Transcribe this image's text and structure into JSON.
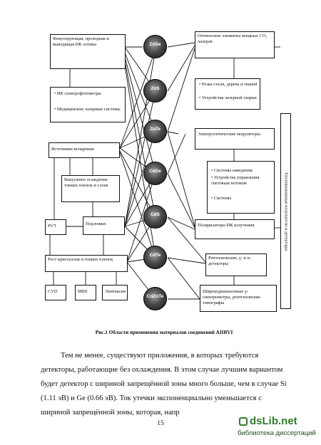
{
  "diagram": {
    "left_boxes": [
      "Фокусирующая, проходная и выводящая ИК оптика",
      "Источники испарения",
      "Вакуумное осаждение тонких пленок и слоев",
      "PVT",
      "Подложки",
      "Рост кристаллов и тонких пленок",
      "CVD",
      "MBE",
      "Эпитаксия"
    ],
    "left_bullets": [
      "ИК спектрофотометры",
      "Медицинские лазерные системы"
    ],
    "materials": [
      "ZnSe",
      "ZnS",
      "ZnTe",
      "CdSe",
      "CdS",
      "CdTe",
      "CdZnTe"
    ],
    "right_boxes": [
      "Оптические элементы мощных CO₂ лазеров",
      "Электрооптические модуляторы",
      "Поляризаторы ИК излучения",
      "Рентгеновские, γ- и α- детекторы",
      "Широкодиапазонные γ-спектрометры, рентгеновские томографы"
    ],
    "right_bullets_1": [
      "Резка стали, дерева и тканей",
      "Устройства лазерной сварки"
    ],
    "right_bullets_2": [
      "Системы наведения",
      "Устройства управления световым потоком",
      "Системы"
    ],
    "vertical_label": "Тепловизионные излучатели и детекторы"
  },
  "caption": "Рис.1 Области применения материалов соединений AIIBVI",
  "paragraph": [
    "Тем не менее, существуют приложения, в которых требуются",
    "детекторы, работающие без охлаждения. В этом случае лучшим вариантом",
    "будет детектор с шириной запрещённой зоны много больше, чем в случае Si",
    "(1.11 эВ) и Ge (0.66 эВ). Ток утечки экспоненциально уменьшается с",
    "шириной запрещённой зоны, которая, напр"
  ],
  "page_number": "15",
  "watermark": {
    "brand": "dsLib.net",
    "sub": "библиотека диссертаций"
  }
}
